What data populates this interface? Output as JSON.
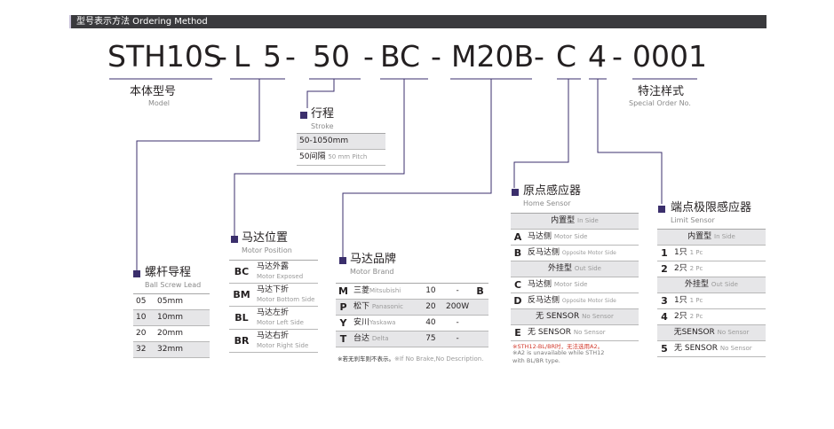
{
  "header": {
    "title": "型号表示方法  Ordering Method"
  },
  "code": {
    "p1": "STH10S",
    "d1": "-",
    "p2": "L",
    "p3": "5",
    "d2": "-",
    "p4": "50",
    "d3": "-",
    "p5": "BC",
    "d4": "-",
    "p6": "M20B",
    "d5": "-",
    "p7": "C",
    "p8": "4",
    "d6": "-",
    "p9": "0001"
  },
  "model": {
    "cn": "本体型号",
    "en": "Model"
  },
  "special": {
    "cn": "特注样式",
    "en": "Special Order No."
  },
  "stroke": {
    "cn": "行程",
    "en": "Stroke",
    "range": "50-1050mm",
    "pitch_cn": "50间隔",
    "pitch_en": "50 mm Pitch"
  },
  "lead": {
    "cn": "螺杆导程",
    "en": "Ball Screw Lead",
    "rows": [
      [
        "05",
        "05mm"
      ],
      [
        "10",
        "10mm"
      ],
      [
        "20",
        "20mm"
      ],
      [
        "32",
        "32mm"
      ]
    ]
  },
  "motor_pos": {
    "cn": "马达位置",
    "en": "Motor Position",
    "rows": [
      {
        "code": "BC",
        "cn": "马达外露",
        "en": "Motor Exposed"
      },
      {
        "code": "BM",
        "cn": "马达下折",
        "en": "Motor Bottom Side"
      },
      {
        "code": "BL",
        "cn": "马达左折",
        "en": "Motor Left Side"
      },
      {
        "code": "BR",
        "cn": "马达右折",
        "en": "Motor Right Side"
      }
    ]
  },
  "brand": {
    "cn": "马达品牌",
    "en": "Motor Brand",
    "rows": [
      {
        "code": "M",
        "cn": "三菱",
        "en": "Mitsubishi",
        "n": "10",
        "w": "-",
        "x": "B"
      },
      {
        "code": "P",
        "cn": "松下",
        "en": "Panasonic",
        "n": "20",
        "w": "200W",
        "x": ""
      },
      {
        "code": "Y",
        "cn": "安川",
        "en": "Yaskawa",
        "n": "40",
        "w": "-",
        "x": ""
      },
      {
        "code": "T",
        "cn": "台达",
        "en": "Delta",
        "n": "75",
        "w": "-",
        "x": ""
      }
    ],
    "note_cn": "※若无刹车则不表示。",
    "note_en": "※If No Brake,No Description."
  },
  "home": {
    "cn": "原点感应器",
    "en": "Home Sensor",
    "in_cn": "内置型",
    "in_en": "In Side",
    "r_a_code": "A",
    "r_a_cn": "马达侧",
    "r_a_en": "Motor Side",
    "r_b_code": "B",
    "r_b_cn": "反马达侧",
    "r_b_en": "Opposite Motor Side",
    "out_cn": "外挂型",
    "out_en": "Out Side",
    "r_c_code": "C",
    "r_c_cn": "马达侧",
    "r_c_en": "Motor Side",
    "r_d_code": "D",
    "r_d_cn": "反马达侧",
    "r_d_en": "Opposite Motor Side",
    "none_cn": "无 SENSOR",
    "none_en": "No Sensor",
    "r_e_code": "E",
    "r_e_cn": "无 SENSOR",
    "r_e_en": "No Sensor",
    "note1": "※STH12-BL/BR时，无法选用A2。",
    "note2": "※A2 is unavailable while STH12",
    "note3": "with BL/BR type."
  },
  "limit": {
    "cn": "端点极限感应器",
    "en": "Limit Sensor",
    "in_cn": "内置型",
    "in_en": "In Side",
    "r1_code": "1",
    "r1_cn": "1只",
    "r1_en": "1 Pc",
    "r2_code": "2",
    "r2_cn": "2只",
    "r2_en": "2 Pc",
    "out_cn": "外挂型",
    "out_en": "Out Side",
    "r3_code": "3",
    "r3_cn": "1只",
    "r3_en": "1 Pc",
    "r4_code": "4",
    "r4_cn": "2只",
    "r4_en": "2 Pc",
    "none_cn": "无SENSOR",
    "none_en": "No Sensor",
    "r5_code": "5",
    "r5_cn": "无 SENSOR",
    "r5_en": "No Sensor"
  }
}
